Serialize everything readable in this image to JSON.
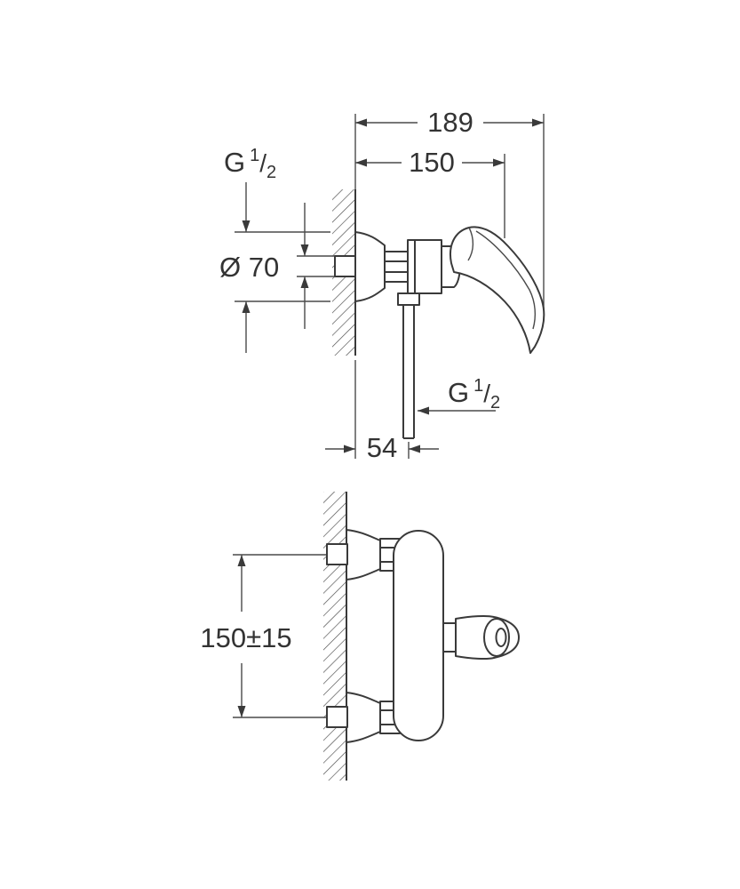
{
  "drawing": {
    "type": "technical-installation-drawing",
    "subject": "wall-mounted single-lever shower mixer",
    "background_color": "#ffffff",
    "line_color": "#3a3a3a",
    "text_color": "#333333"
  },
  "top_view": {
    "dim_overall_depth": "189",
    "dim_body_depth": "150",
    "dim_escutcheon_diameter": "Ø 70",
    "dim_outlet_offset": "54"
  },
  "bottom_view": {
    "dim_mounting_distance": "150±15"
  },
  "thread_label": {
    "prefix": "G",
    "numerator": "1",
    "slash": "/",
    "denominator": "2"
  }
}
